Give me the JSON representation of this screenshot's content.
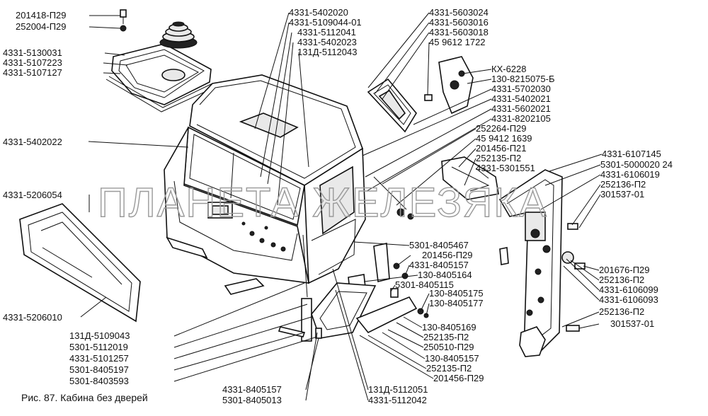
{
  "caption": "Рис. 87.  Кабина без дверей",
  "watermark": "ПЛАНЕТА ЖЕЛЕЗЯКА",
  "callouts": [
    {
      "id": "c01",
      "text": "201418-П29"
    },
    {
      "id": "c02",
      "text": "252004-П29"
    },
    {
      "id": "c03",
      "text": "4331-5130031"
    },
    {
      "id": "c04",
      "text": "4331-5107223"
    },
    {
      "id": "c05",
      "text": "4331-5107127"
    },
    {
      "id": "c06",
      "text": "4331-5402022"
    },
    {
      "id": "c07",
      "text": "4331-5206054"
    },
    {
      "id": "c08",
      "text": "4331-5206010"
    },
    {
      "id": "c09",
      "text": "4331-5402020"
    },
    {
      "id": "c10",
      "text": "4331-5109044-01"
    },
    {
      "id": "c11",
      "text": "4331-5112041"
    },
    {
      "id": "c12",
      "text": "4331-5402023"
    },
    {
      "id": "c13",
      "text": "131Д-5112043"
    },
    {
      "id": "c14",
      "text": "4331-5603024"
    },
    {
      "id": "c15",
      "text": "4331-5603016"
    },
    {
      "id": "c16",
      "text": "4331-5603018"
    },
    {
      "id": "c17",
      "text": "45 9612 1722"
    },
    {
      "id": "c18",
      "text": "КХ-6228"
    },
    {
      "id": "c19",
      "text": "130-8215075-Б"
    },
    {
      "id": "c20",
      "text": "4331-5702030"
    },
    {
      "id": "c21",
      "text": "4331-5402021"
    },
    {
      "id": "c22",
      "text": "4331-5602021"
    },
    {
      "id": "c23",
      "text": "4331-8202105"
    },
    {
      "id": "c24",
      "text": "252264-П29"
    },
    {
      "id": "c25",
      "text": "45 9412 1639"
    },
    {
      "id": "c26",
      "text": "201456-П21"
    },
    {
      "id": "c27",
      "text": "252135-П2"
    },
    {
      "id": "c28",
      "text": "4331-5301551"
    },
    {
      "id": "c29",
      "text": "4331-6107145"
    },
    {
      "id": "c30",
      "text": "5301-5000020 24"
    },
    {
      "id": "c31",
      "text": "4331-6106019"
    },
    {
      "id": "c32",
      "text": "252136-П2"
    },
    {
      "id": "c33",
      "text": "301537-01"
    },
    {
      "id": "c34",
      "text": "5301-8405467"
    },
    {
      "id": "c35",
      "text": "201456-П29"
    },
    {
      "id": "c36",
      "text": "4331-8405157"
    },
    {
      "id": "c37",
      "text": "130-8405164"
    },
    {
      "id": "c38",
      "text": "5301-8405115"
    },
    {
      "id": "c39",
      "text": "130-8405175"
    },
    {
      "id": "c40",
      "text": "130-8405177"
    },
    {
      "id": "c41",
      "text": "130-8405169"
    },
    {
      "id": "c42",
      "text": "252135-П2"
    },
    {
      "id": "c43",
      "text": "250510-П29"
    },
    {
      "id": "c44",
      "text": "130-8405157"
    },
    {
      "id": "c45",
      "text": "252135-П2"
    },
    {
      "id": "c46",
      "text": "201456-П29"
    },
    {
      "id": "c47",
      "text": "201676-П29"
    },
    {
      "id": "c48",
      "text": "252136-П2"
    },
    {
      "id": "c49",
      "text": "4331-6106099"
    },
    {
      "id": "c50",
      "text": "4331-6106093"
    },
    {
      "id": "c51",
      "text": "252136-П2"
    },
    {
      "id": "c52",
      "text": "301537-01"
    },
    {
      "id": "c53",
      "text": "131Д-5109043"
    },
    {
      "id": "c54",
      "text": "5301-5112019"
    },
    {
      "id": "c55",
      "text": "4331-5101257"
    },
    {
      "id": "c56",
      "text": "5301-8405197"
    },
    {
      "id": "c57",
      "text": "5301-8403593"
    },
    {
      "id": "c58",
      "text": "4331-8405157"
    },
    {
      "id": "c59",
      "text": "5301-8405013"
    },
    {
      "id": "c60",
      "text": "131Д-5112051"
    },
    {
      "id": "c61",
      "text": "4331-5112042"
    }
  ]
}
